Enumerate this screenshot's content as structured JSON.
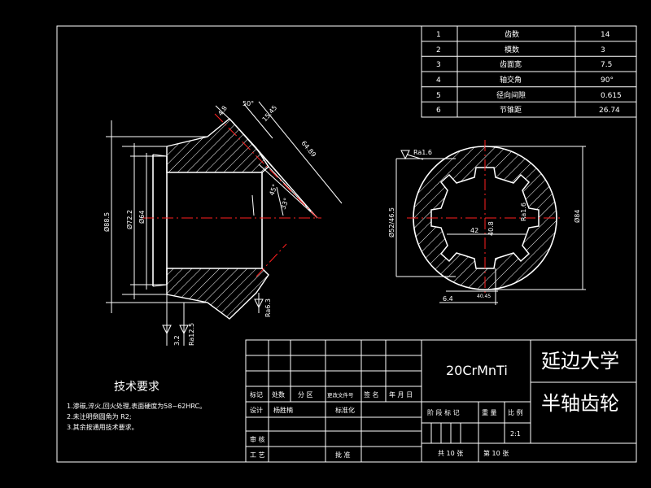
{
  "param_table": [
    {
      "no": "1",
      "name": "齿数",
      "value": "14"
    },
    {
      "no": "2",
      "name": "模数",
      "value": "3"
    },
    {
      "no": "3",
      "name": "齿面宽",
      "value": "7.5"
    },
    {
      "no": "4",
      "name": "轴交角",
      "value": "90°"
    },
    {
      "no": "5",
      "name": "径向间隙",
      "value": "0.615"
    },
    {
      "no": "6",
      "name": "节锥距",
      "value": "26.74"
    }
  ],
  "side_view": {
    "dim_angle_top": "50°",
    "dim_4_8": "4.8",
    "dim_15_45": "15.45",
    "dim_64_89": "64.89",
    "dim_angle_45": "45°",
    "dim_angle_33": "33°",
    "dim_dia_88_5": "Ø88.5",
    "dim_dia_72_2": "Ø72.2",
    "dim_dia_64": "Ø64",
    "rough_1": "3.2",
    "rough_2": "Ra12.5",
    "rough_3": "Ra6.3"
  },
  "front_view": {
    "rough_top": "Ra1.6",
    "dim_dia_left": "Ø52/46.5",
    "dim_dia_right": "Ø84",
    "dim_42": "42",
    "dim_center": "40.8",
    "dim_ra": "Ra1.6",
    "dim_6_4": "6.4",
    "dim_small": "40.45"
  },
  "tech_notes": {
    "title": "技术要求",
    "items": [
      "1.渗碳,淬火,回火处理,表面硬度为58~62HRC。",
      "2.未注明倒圆角为 R2;",
      "3.其余按通用技术要求。"
    ]
  },
  "title_block": {
    "material": "20CrMnTi",
    "school": "延边大学",
    "part_name": "半轴齿轮",
    "row_labels": [
      "标记",
      "处数",
      "分 区",
      "更改文件号",
      "签 名",
      "年 月 日"
    ],
    "design_label": "设计",
    "designer": "杨胜楠",
    "standard_label": "标准化",
    "review_label": "审 核",
    "process_label": "工 艺",
    "approve_label": "批 准",
    "stage_labels": [
      "阶 段 标 记",
      "重 量",
      "比 例"
    ],
    "scale": "2:1",
    "sheets": "共 10 张",
    "sheet_no": "第 10 张"
  }
}
